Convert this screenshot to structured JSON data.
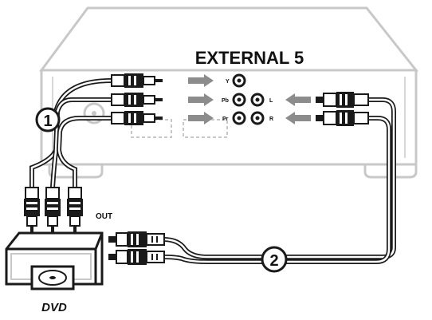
{
  "device": {
    "title": "EXTERNAL 5"
  },
  "jacks": {
    "y": "Y",
    "pb": "Pb",
    "pr": "Pr",
    "l": "L",
    "r": "R"
  },
  "markers": {
    "one": "1",
    "two": "2"
  },
  "dvd": {
    "out_label": "OUT",
    "name": "DVD"
  },
  "colors": {
    "outline": "#c8c8c8",
    "dark": "#1a1a1a",
    "arrow": "#8c8c8c"
  }
}
